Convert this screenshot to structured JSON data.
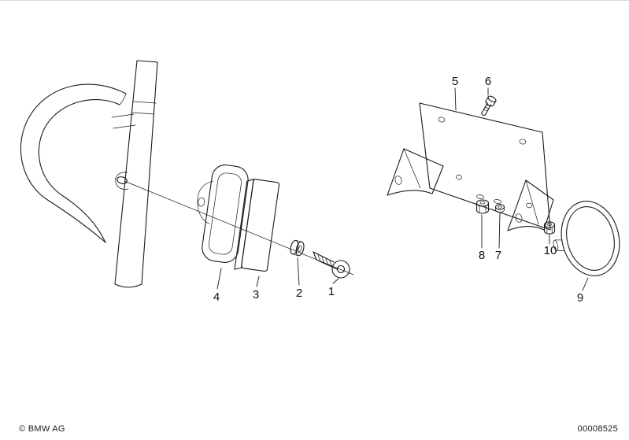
{
  "page": {
    "background": "#ffffff",
    "ink_color": "#1a1a1a"
  },
  "diagram": {
    "callout_labels": {
      "n1": "1",
      "n2": "2",
      "n3": "3",
      "n4": "4",
      "n5": "5",
      "n6": "6",
      "n7": "7",
      "n8": "8",
      "n9": "9",
      "n10": "10"
    }
  },
  "footer": {
    "copyright": "© BMW AG",
    "document_number": "00008525"
  }
}
